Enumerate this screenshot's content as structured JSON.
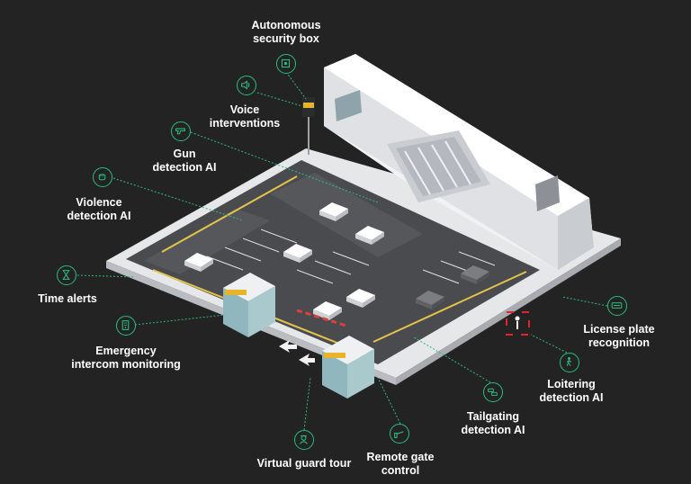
{
  "colors": {
    "background": "#232323",
    "accent": "#2bbd7e",
    "label": "#ffffff",
    "marker": "#e02626"
  },
  "features": [
    {
      "id": "security-box",
      "icon": "security-camera-box-icon",
      "lines": [
        "Autonomous",
        "security box"
      ]
    },
    {
      "id": "voice",
      "icon": "speaker-icon",
      "lines": [
        "Voice",
        "interventions"
      ]
    },
    {
      "id": "gun",
      "icon": "gun-icon",
      "lines": [
        "Gun",
        "detection AI"
      ]
    },
    {
      "id": "violence",
      "icon": "fist-icon",
      "lines": [
        "Violence",
        "detection AI"
      ]
    },
    {
      "id": "time",
      "icon": "hourglass-icon",
      "lines": [
        "Time alerts"
      ]
    },
    {
      "id": "intercom",
      "icon": "intercom-icon",
      "lines": [
        "Emergency",
        "intercom monitoring"
      ]
    },
    {
      "id": "guard-tour",
      "icon": "guard-icon",
      "lines": [
        "Virtual guard tour"
      ]
    },
    {
      "id": "gate",
      "icon": "gate-barrier-icon",
      "lines": [
        "Remote gate",
        "control"
      ]
    },
    {
      "id": "tailgating",
      "icon": "cars-icon",
      "lines": [
        "Tailgating",
        "detection AI"
      ]
    },
    {
      "id": "loitering",
      "icon": "person-walking-icon",
      "lines": [
        "Loitering",
        "detection AI"
      ]
    },
    {
      "id": "license-plate",
      "icon": "license-plate-icon",
      "lines": [
        "License plate",
        "recognition"
      ]
    }
  ]
}
